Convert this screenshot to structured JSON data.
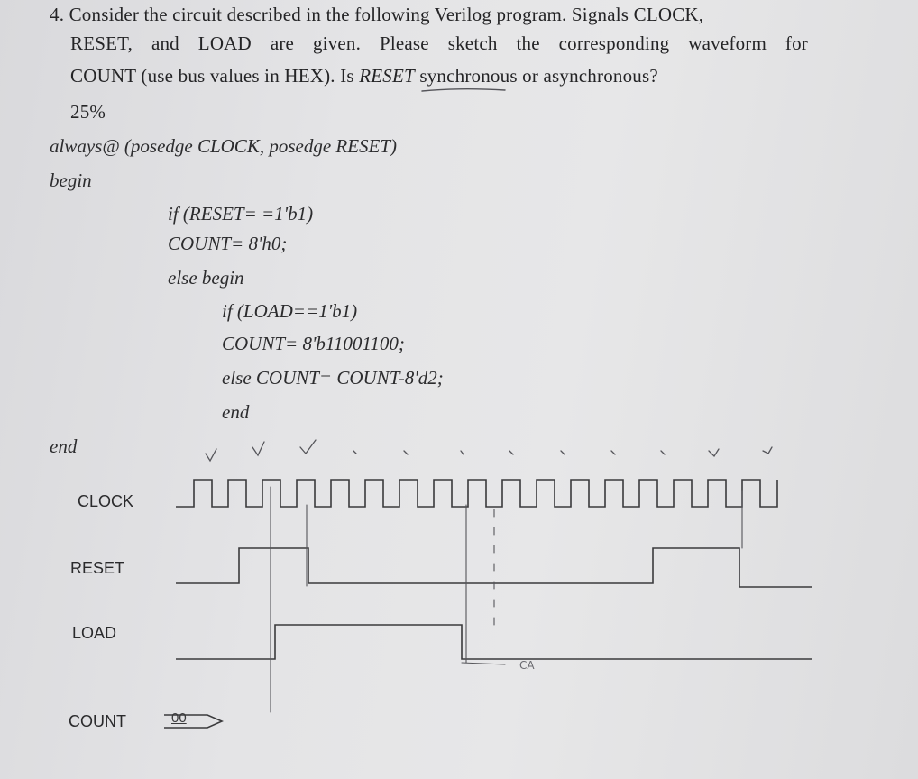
{
  "question": {
    "line1": "4. Consider the circuit described in the following Verilog program. Signals CLOCK,",
    "line2": "RESET, and LOAD are given. Please sketch the corresponding waveform for",
    "line3_part1": "COUNT (use bus values in HEX). Is ",
    "line3_emph": "RESET",
    "line3_part2": " synchronous or asynchronous?",
    "weight": "25%"
  },
  "code": {
    "l1": "always@ (posedge CLOCK, posedge RESET)",
    "l2": "begin",
    "l3": "if (RESET= =1'b1)",
    "l4": "COUNT= 8'h0;",
    "l5": "else  begin",
    "l6": "if (LOAD==1'b1)",
    "l7": "COUNT= 8'b11001100;",
    "l8": "else  COUNT= COUNT-8'd2;",
    "l9": "end",
    "l10": "end"
  },
  "waveform": {
    "labels": [
      "CLOCK",
      "RESET",
      "LOAD",
      "COUNT"
    ],
    "count_initial": "00",
    "annotation": "CA"
  }
}
